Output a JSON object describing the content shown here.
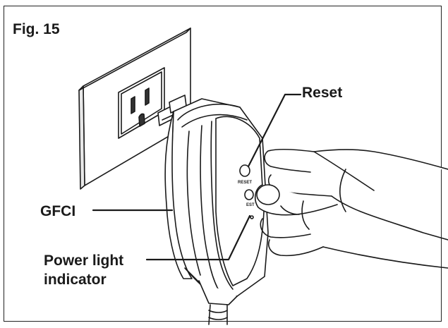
{
  "figure": {
    "label": "Fig. 15"
  },
  "callouts": {
    "reset": "Reset",
    "gfci": "GFCI",
    "power_line1": "Power light",
    "power_line2": "indicator"
  },
  "device": {
    "reset_button_text": "RESET",
    "test_button_text": "EST"
  },
  "colors": {
    "line": "#1a1a1a",
    "background": "#ffffff"
  }
}
